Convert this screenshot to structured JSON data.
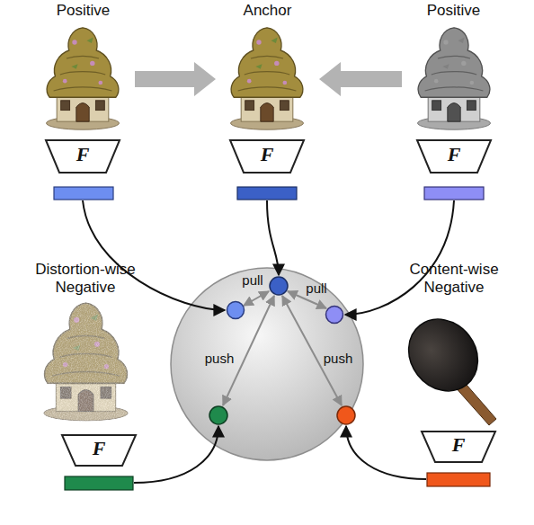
{
  "diagram": {
    "nodes": [
      {
        "text": [
          "Positive"
        ]
      },
      {
        "text": [
          "Anchor"
        ]
      },
      {
        "text": [
          "Positive"
        ]
      },
      {
        "text": [
          "F"
        ]
      },
      {
        "text": [
          "F"
        ]
      },
      {
        "text": [
          "F"
        ]
      },
      {
        "text": [
          "Distortion-wise Negative"
        ]
      },
      {
        "text": [
          "Content-wise Negative"
        ]
      },
      {
        "text": [
          "F"
        ]
      },
      {
        "text": [
          "F"
        ]
      }
    ],
    "edges": [
      {
        "from": 0,
        "to": 1,
        "arrow": "to"
      },
      {
        "from": 2,
        "to": 1,
        "arrow": "to"
      }
    ],
    "labels": [
      "pull",
      "pull",
      "push",
      "push"
    ]
  }
}
